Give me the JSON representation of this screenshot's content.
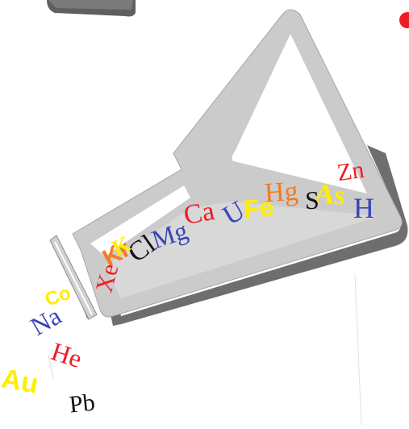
{
  "colors": {
    "flask_fill": "#c8c8c8",
    "flask_shadow": "#6e6e6e",
    "flask_outline": "#9a9a9a",
    "background": "#ffffff",
    "red": "#ee1c25",
    "orange": "#f57a20",
    "yellow": "#ffee00",
    "blue": "#3a45b8",
    "black": "#111111"
  },
  "symbols": {
    "zn": "Zn",
    "h": "H",
    "as": "As",
    "s": "S",
    "hg": "Hg",
    "fe": "Fe",
    "u": "U",
    "ca": "Ca",
    "mg": "Mg",
    "cl": "Cl",
    "kr": "Kr",
    "k": "K",
    "xe": "Xe",
    "co": "Co",
    "na": "Na",
    "he": "He",
    "au": "Au",
    "pb": "Pb"
  }
}
